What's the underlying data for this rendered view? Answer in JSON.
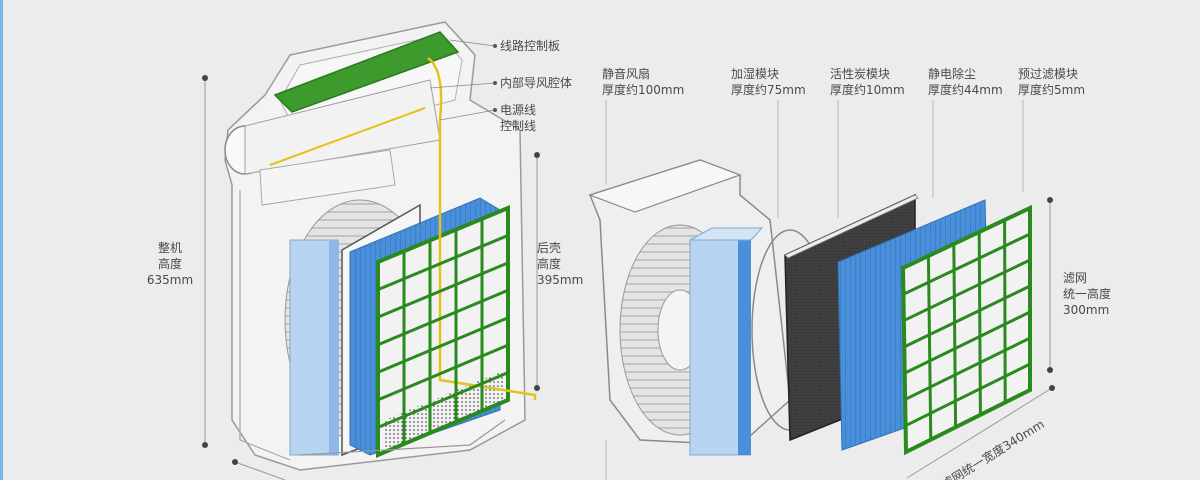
{
  "colors": {
    "background": "#ececec",
    "pcb_green": "#3d9b2e",
    "filter_blue": "#4a8fd9",
    "humidifier_light_blue": "#b7d4f0",
    "grid_green": "#2a8a1e",
    "carbon_dark": "#333333",
    "wire_yellow": "#e3c21c"
  },
  "assembled": {
    "callouts": {
      "control_board": "线路控制板",
      "air_duct": "内部导风腔体",
      "power_line_1": "电源线",
      "power_line_2": "控制线"
    },
    "height_total": {
      "line1": "整机",
      "line2": "高度",
      "value": "635mm"
    },
    "height_rear": {
      "line1": "后壳",
      "line2": "高度",
      "value": "395mm"
    }
  },
  "exploded": {
    "modules": [
      {
        "name": "静音风扇",
        "thickness": "厚度约100mm"
      },
      {
        "name": "加湿模块",
        "thickness": "厚度约75mm"
      },
      {
        "name": "活性炭模块",
        "thickness": "厚度约10mm"
      },
      {
        "name": "静电除尘",
        "thickness": "厚度约44mm"
      },
      {
        "name": "预过滤模块",
        "thickness": "厚度约5mm"
      }
    ],
    "filter_height": {
      "line1": "滤网",
      "line2": "统一高度",
      "value": "300mm"
    },
    "filter_width": "滤网统一宽度340mm"
  },
  "icons": [
    "fan-icon",
    "circuit-board-icon",
    "wire-icon"
  ]
}
